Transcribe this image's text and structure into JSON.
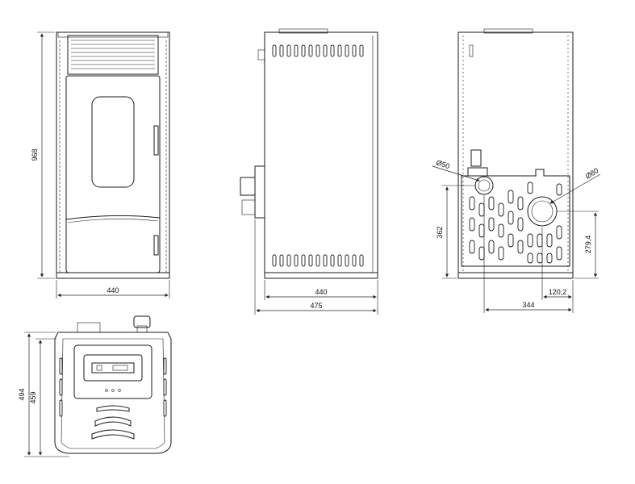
{
  "drawing": {
    "front_view": {
      "height_label": "968",
      "width_label": "440"
    },
    "side_view": {
      "inner_width_label": "440",
      "outer_width_label": "475"
    },
    "back_view": {
      "d50_label": "Ø50",
      "d80_label": "Ø80",
      "h362_label": "362",
      "h279_label": "279,4",
      "w120_label": "120,2",
      "w344_label": "344"
    },
    "top_view": {
      "depth_outer_label": "494",
      "depth_inner_label": "459"
    }
  }
}
